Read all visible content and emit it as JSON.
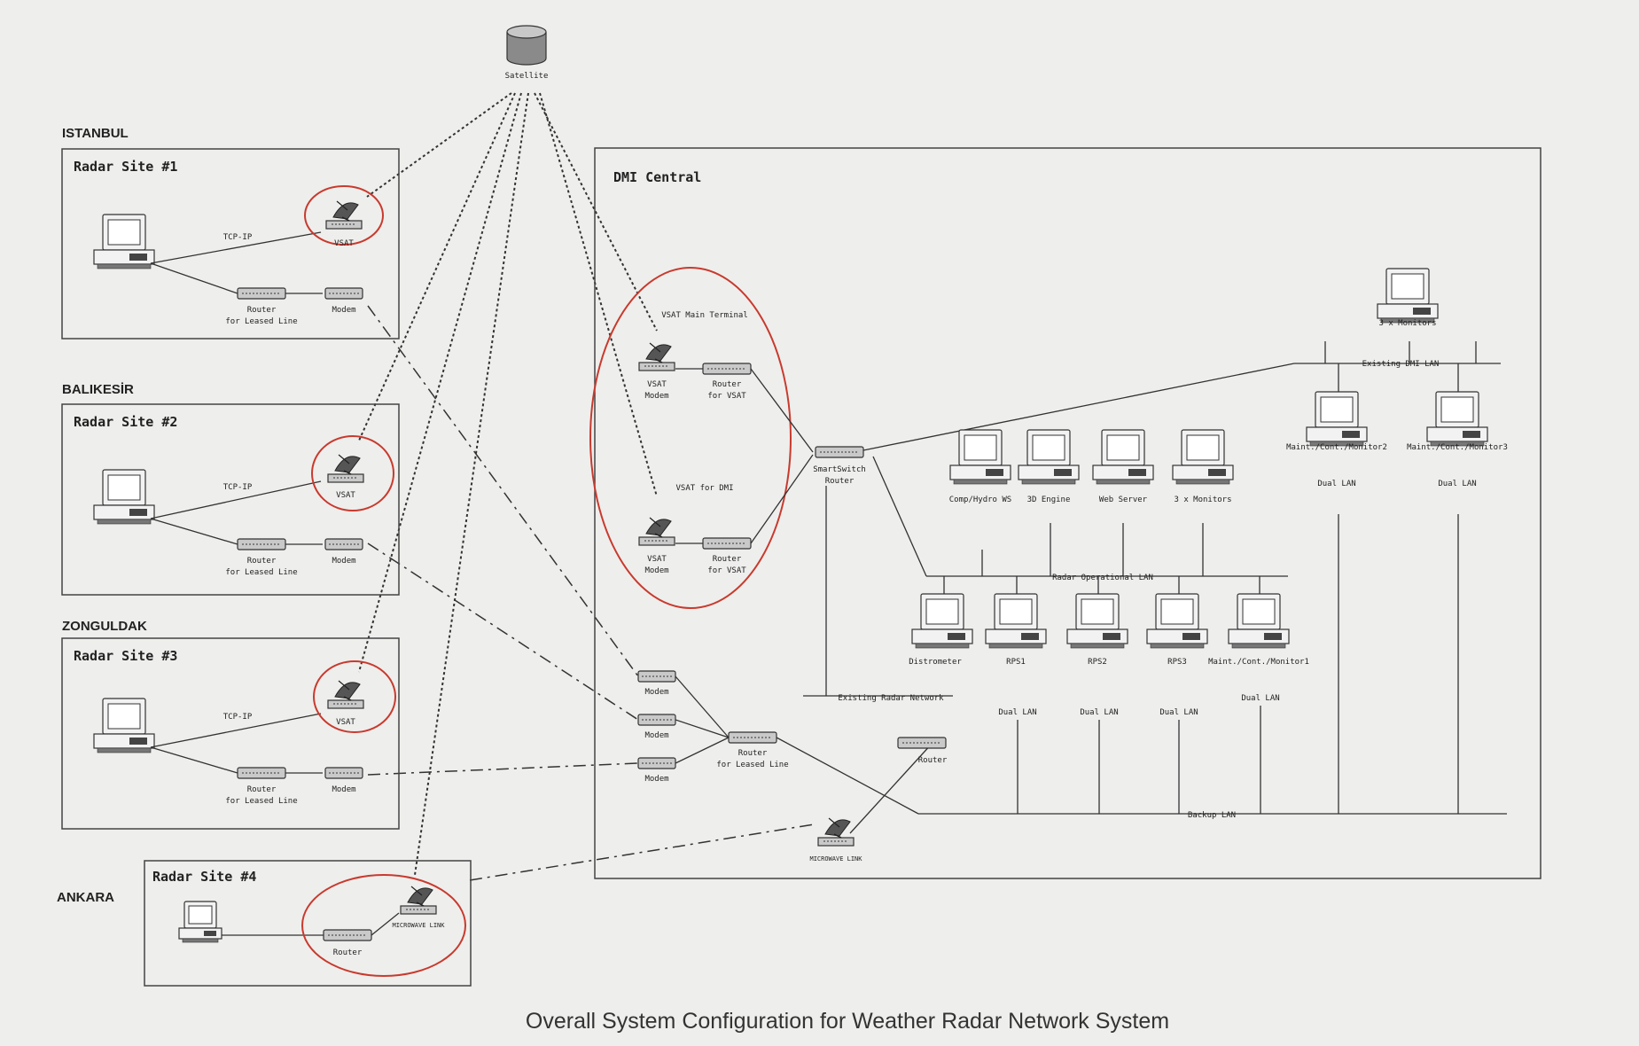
{
  "caption": "Overall System Configuration for Weather Radar Network System",
  "satellite": {
    "label": "Satellite"
  },
  "sites": [
    {
      "city": "ISTANBUL",
      "title": "Radar Site #1",
      "tcp": "TCP-IP",
      "vsat": "VSAT",
      "router": [
        "Router",
        "for Leased Line"
      ],
      "modem": "Modem"
    },
    {
      "city": "BALIKESİR",
      "title": "Radar Site #2",
      "tcp": "TCP-IP",
      "vsat": "VSAT",
      "router": [
        "Router",
        "for Leased Line"
      ],
      "modem": "Modem"
    },
    {
      "city": "ZONGULDAK",
      "title": "Radar Site #3",
      "tcp": "TCP-IP",
      "vsat": "VSAT",
      "router": [
        "Router",
        "for Leased Line"
      ],
      "modem": "Modem"
    }
  ],
  "site4": {
    "city": "ANKARA",
    "title": "Radar Site #4",
    "router": "Router",
    "antenna": "MICROWAVE LINK"
  },
  "central": {
    "title": "DMI Central",
    "vsat_main": "VSAT Main Terminal",
    "vsat_dmi": "VSAT for DMI",
    "vsat_modem": [
      "VSAT",
      "Modem"
    ],
    "router_vsat": [
      "Router",
      "for VSAT"
    ],
    "smartswitch": [
      "SmartSwitch",
      "Router"
    ],
    "modems": [
      "Modem",
      "Modem",
      "Modem"
    ],
    "router_leased": [
      "Router",
      "for Leased Line"
    ],
    "router": "Router",
    "microwave": "MICROWAVE LINK",
    "top_pcs": [
      "Comp/Hydro WS",
      "3D Engine",
      "Web Server",
      "3 x Monitors"
    ],
    "bottom_pcs": [
      "Distrometer",
      "RPS1",
      "RPS2",
      "RPS3",
      "Maint./Cont./Monitor1"
    ],
    "right_pcs": [
      "Maint./Cont./Monitor2",
      "Maint./Cont./Monitor3"
    ],
    "monitors_top": "3 x Monitors",
    "existing_dmi_lan": "Existing DMI LAN",
    "radar_operational_lan": "Radar Operational LAN",
    "existing_radar_network": "Existing Radar Network",
    "backup_lan": "Backup LAN",
    "dual_lan": "Dual LAN"
  }
}
